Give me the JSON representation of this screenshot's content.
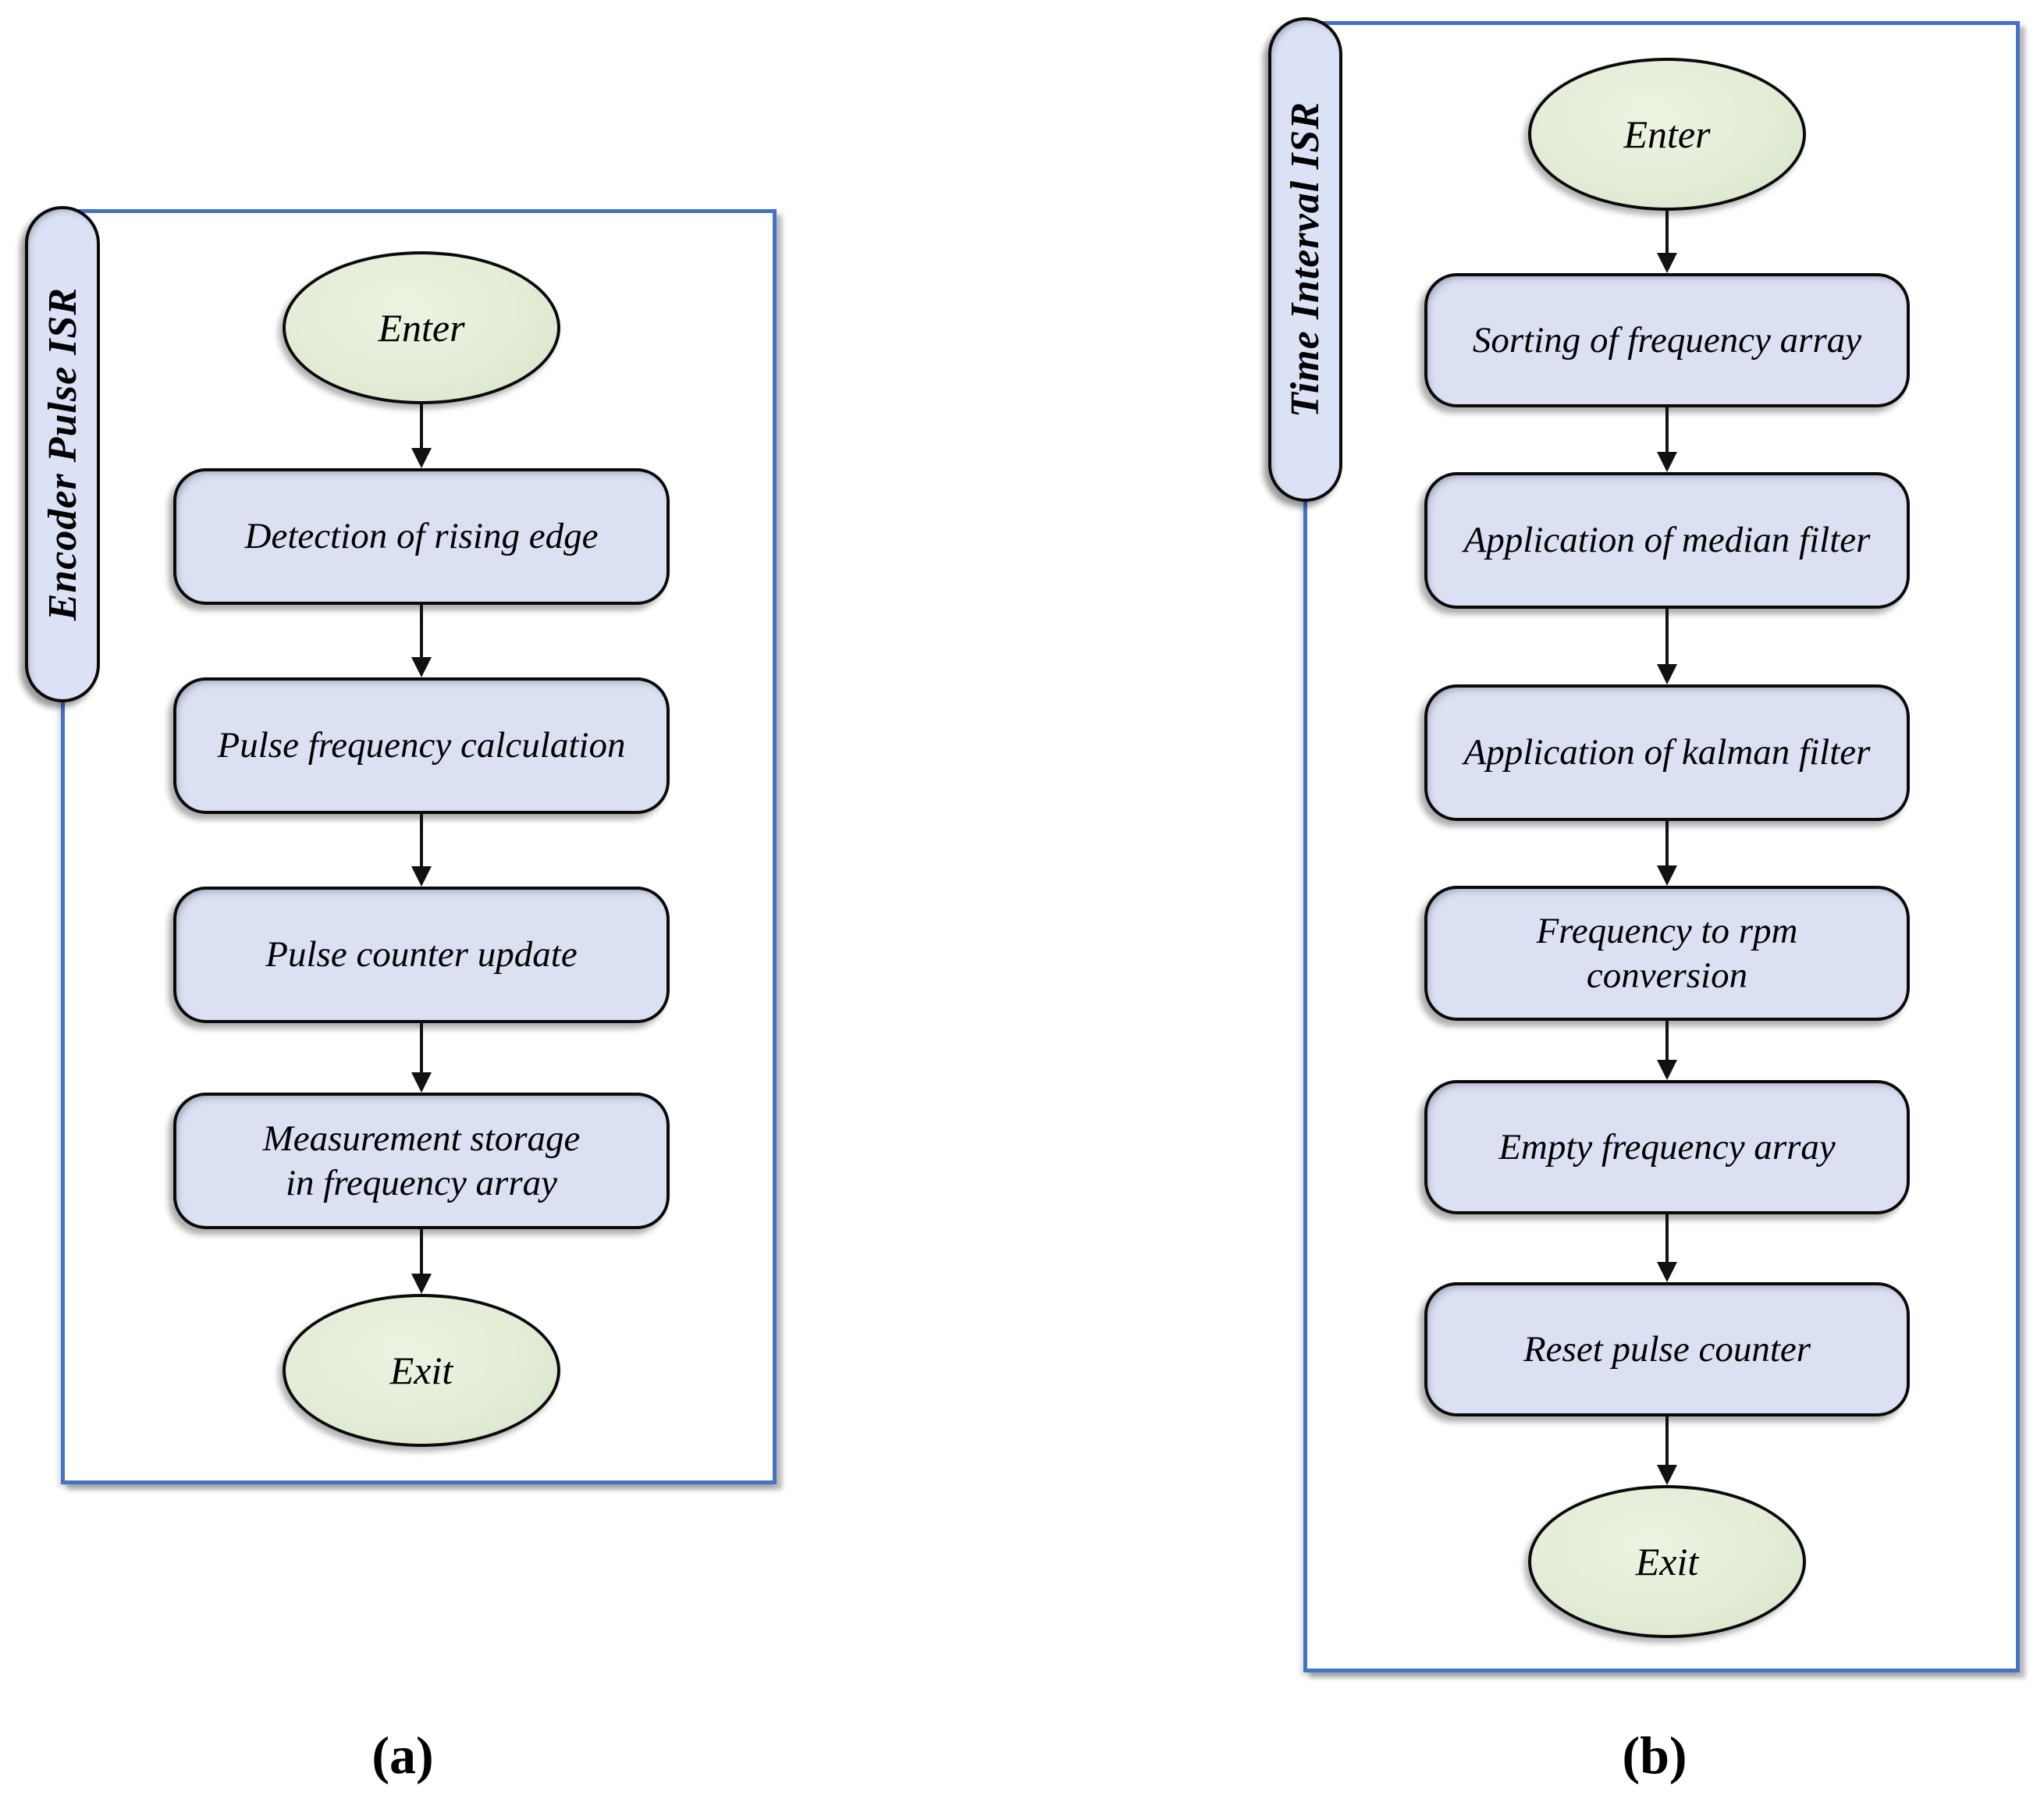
{
  "figure": {
    "colors": {
      "frame_border": "#4472c4",
      "process_fill": "#dbe1f3",
      "terminal_fill": "#e3edd7",
      "label_fill": "#dce2f5"
    },
    "charts": [
      {
        "side_label": "Encoder Pulse ISR",
        "caption": "(a)",
        "enter_label": "Enter",
        "exit_label": "Exit",
        "steps": [
          "Detection of rising edge",
          "Pulse frequency calculation",
          "Pulse counter update",
          "Measurement storage\nin frequency array"
        ]
      },
      {
        "side_label": "Time Interval ISR",
        "caption": "(b)",
        "enter_label": "Enter",
        "exit_label": "Exit",
        "steps": [
          "Sorting of frequency array",
          "Application of median filter",
          "Application of kalman filter",
          "Frequency to rpm\nconversion",
          "Empty frequency array",
          "Reset pulse counter"
        ]
      }
    ]
  }
}
